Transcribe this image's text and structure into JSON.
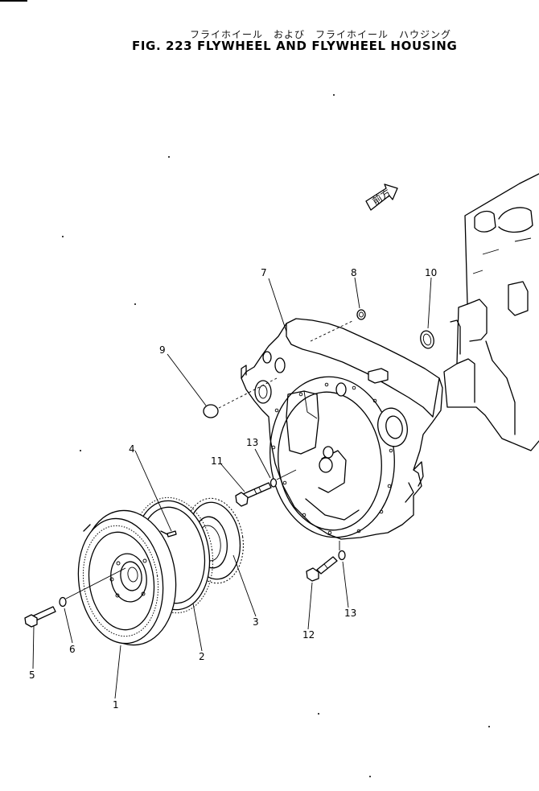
{
  "title": {
    "japanese": "フライホイール　および　フライホイール　ハウジング",
    "english": "FIG. 223  FLYWHEEL AND FLYWHEEL HOUSING"
  },
  "direction_arrow_label": "前方",
  "callouts": {
    "c1": "1",
    "c2": "2",
    "c3": "3",
    "c4": "4",
    "c5": "5",
    "c6": "6",
    "c7": "7",
    "c8": "8",
    "c9": "9",
    "c10": "10",
    "c11": "11",
    "c12": "12",
    "c13a": "13",
    "c13b": "13"
  }
}
